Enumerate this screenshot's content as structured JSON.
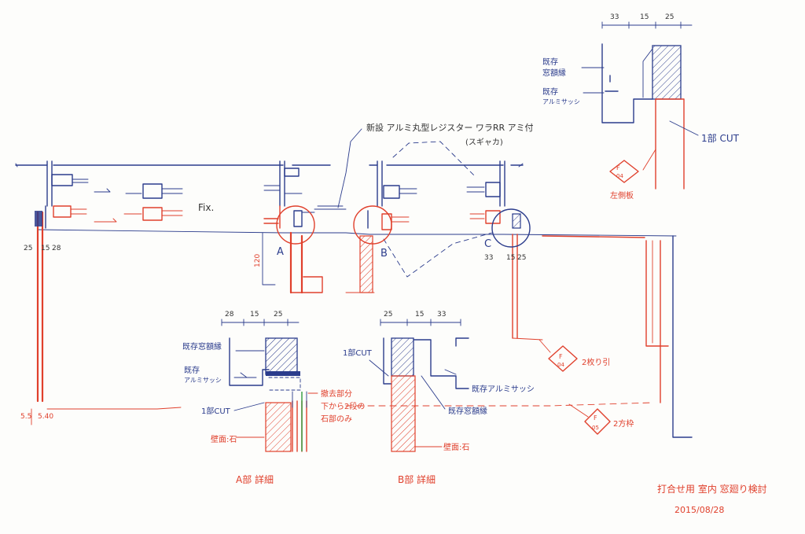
{
  "notes": {
    "register": "新設 アルミ丸型レジスター ワラRR アミ付",
    "register_sub": "(スギャカ)",
    "fixture": "2枚り引",
    "trim": "2方枠"
  },
  "labels": {
    "fix": "Fix.",
    "a": "A",
    "b": "B",
    "c": "C"
  },
  "dims": {
    "left": [
      "25",
      "15",
      "28"
    ],
    "bottom_left": [
      "5.5",
      "5.40"
    ],
    "height": "120",
    "c": [
      "33",
      "15",
      "25"
    ],
    "top": [
      "33",
      "15",
      "25"
    ],
    "a": [
      "28",
      "15",
      "25"
    ],
    "b": [
      "25",
      "15",
      "33"
    ]
  },
  "topdetail": {
    "existing": "既存",
    "frame": "窓額縁",
    "sash": "既存",
    "sash_sub": "アルミサッシ",
    "cut": "1部 CUT",
    "side_board": "左側板"
  },
  "markers": {
    "f": "F",
    "n04": "04",
    "n05": "05"
  },
  "detail_a": {
    "frame": "既存窓額縁",
    "existing": "既存",
    "sash": "アルミサッシ",
    "cut": "1部CUT",
    "wall": "壁面:石",
    "note": [
      "撤去部分",
      "下から2段の",
      "石部のみ"
    ],
    "title": "A部 詳細"
  },
  "detail_b": {
    "cut": "1部CUT",
    "sash": "既存アルミサッシ",
    "frame": "既存窓額縁",
    "wall": "壁面:石",
    "title": "B部 詳細"
  },
  "title": {
    "text": "打合せ用 室内 窓廻り検討",
    "date": "2015/08/28"
  },
  "colors": {
    "blue_ink": "#2b3c8c",
    "red_ink": "#e0402c",
    "green_ink": "#2e9a3c"
  }
}
